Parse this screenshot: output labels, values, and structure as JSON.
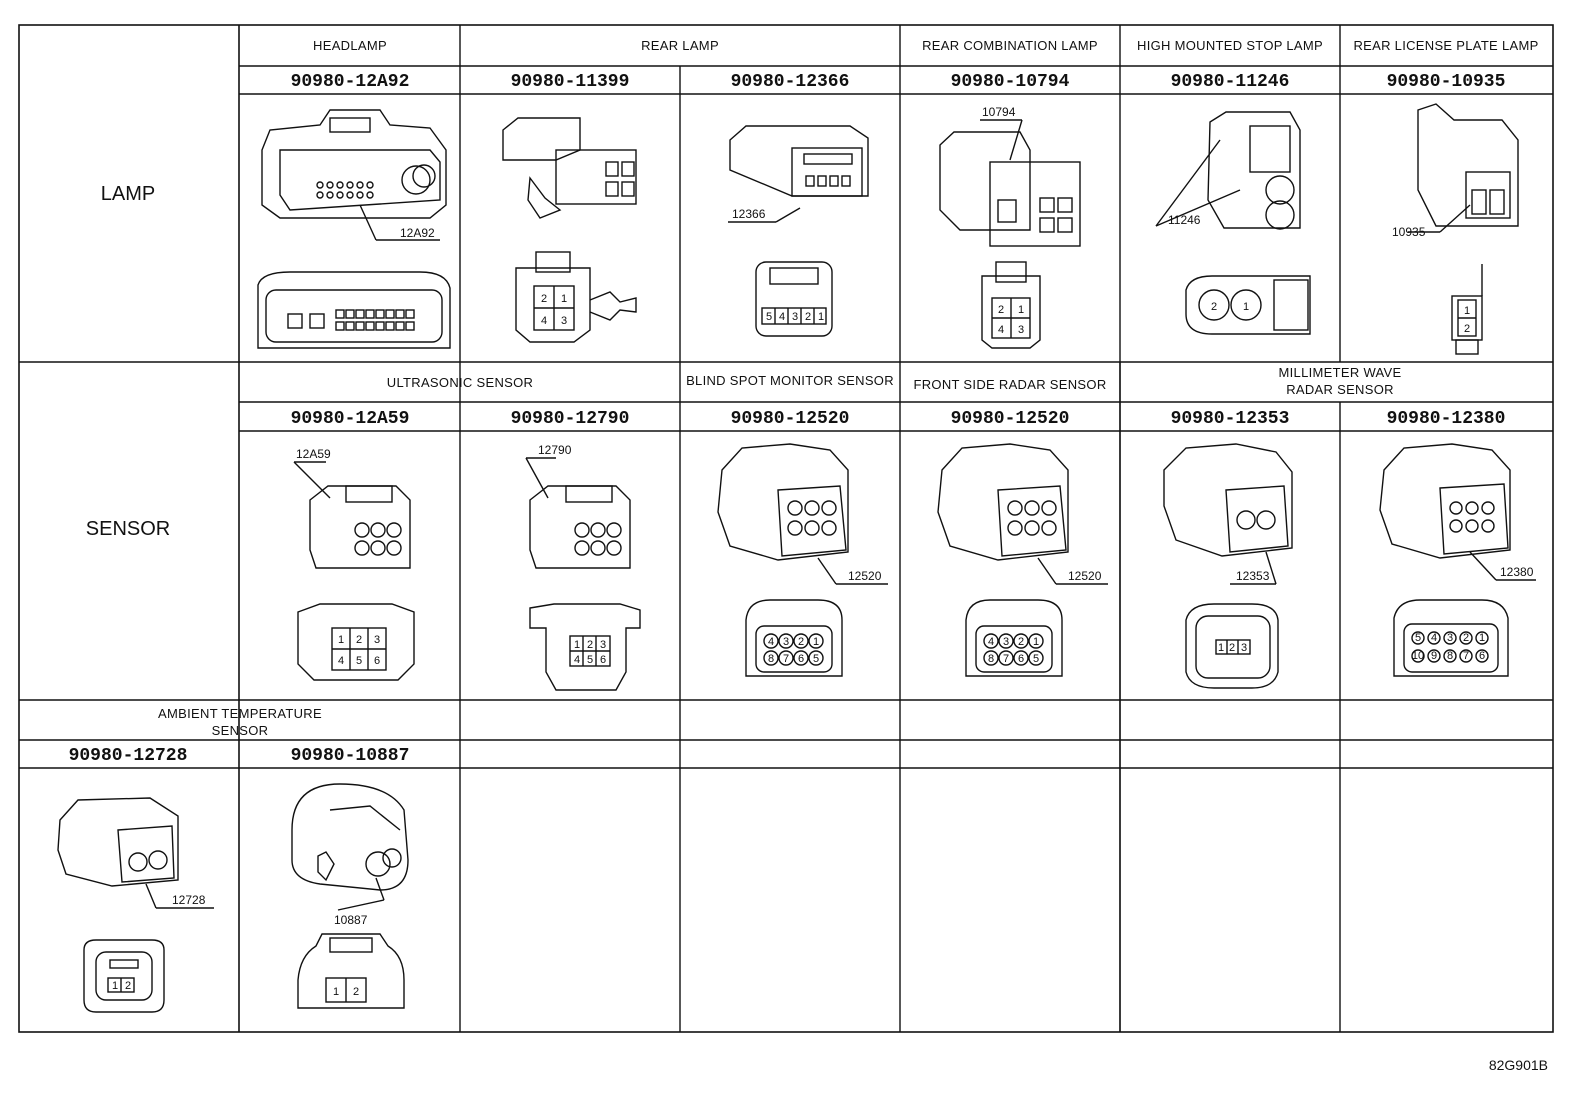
{
  "sections": {
    "lamp": {
      "label": "LAMP"
    },
    "sensor": {
      "label": "SENSOR"
    }
  },
  "lamp": {
    "headers": [
      "HEADLAMP",
      "REAR LAMP",
      "REAR COMBINATION LAMP",
      "HIGH MOUNTED STOP LAMP",
      "REAR LICENSE PLATE LAMP"
    ],
    "connectors": [
      {
        "part": "90980-12A92",
        "callout": "12A92",
        "pins": []
      },
      {
        "part": "90980-11399",
        "callout": "",
        "pins": [
          "2",
          "1",
          "4",
          "3"
        ]
      },
      {
        "part": "90980-12366",
        "callout": "12366",
        "pins": [
          "5",
          "4",
          "3",
          "2",
          "1"
        ]
      },
      {
        "part": "90980-10794",
        "callout": "10794",
        "pins": [
          "2",
          "1",
          "4",
          "3"
        ]
      },
      {
        "part": "90980-11246",
        "callout": "11246",
        "pins": [
          "2",
          "1"
        ]
      },
      {
        "part": "90980-10935",
        "callout": "10935",
        "pins": [
          "1",
          "2"
        ]
      }
    ]
  },
  "sensor": {
    "headers": [
      "ULTRASONIC SENSOR",
      "BLIND SPOT MONITOR SENSOR",
      "FRONT SIDE RADAR SENSOR",
      "MILLIMETER WAVE",
      "RADAR SENSOR"
    ],
    "connectors": [
      {
        "part": "90980-12A59",
        "callout": "12A59",
        "pins": [
          "1",
          "2",
          "3",
          "4",
          "5",
          "6"
        ]
      },
      {
        "part": "90980-12790",
        "callout": "12790",
        "pins": [
          "1",
          "2",
          "3",
          "4",
          "5",
          "6"
        ]
      },
      {
        "part": "90980-12520",
        "callout": "12520",
        "pins": [
          "4",
          "3",
          "2",
          "1",
          "8",
          "7",
          "6",
          "5"
        ]
      },
      {
        "part": "90980-12520",
        "callout": "12520",
        "pins": [
          "4",
          "3",
          "2",
          "1",
          "8",
          "7",
          "6",
          "5"
        ]
      },
      {
        "part": "90980-12353",
        "callout": "12353",
        "pins": [
          "1",
          "2",
          "3"
        ]
      },
      {
        "part": "90980-12380",
        "callout": "12380",
        "pins": [
          "5",
          "4",
          "3",
          "2",
          "1",
          "10",
          "9",
          "8",
          "7",
          "6"
        ]
      }
    ]
  },
  "ambient": {
    "header_line1": "AMBIENT TEMPERATURE",
    "header_line2": "SENSOR",
    "connectors": [
      {
        "part": "90980-12728",
        "callout": "12728",
        "pins": [
          "1",
          "2"
        ]
      },
      {
        "part": "90980-10887",
        "callout": "10887",
        "pins": [
          "1",
          "2"
        ]
      }
    ]
  },
  "footer": {
    "code": "82G901B"
  }
}
